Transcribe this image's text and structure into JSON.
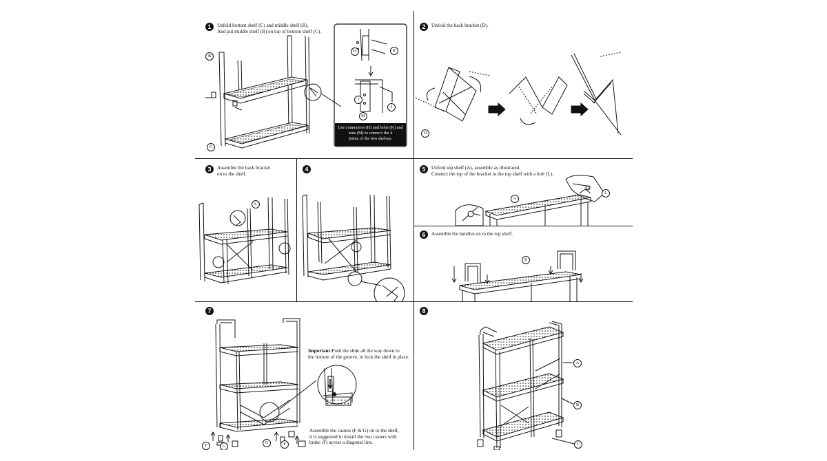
{
  "steps": [
    {
      "number": "1",
      "lines": [
        "Unfold bottom shelf (C) and middle shelf (B).",
        "And put middle shelf (B) on top of bottom shelf (C)."
      ],
      "inset_caption": [
        "Use connectors (H) and bolts (K) and",
        "nuts (M) to connect the 4",
        "joints of the two shelves."
      ],
      "callouts": [
        "B",
        "C",
        "H",
        "K",
        "J",
        "M",
        "J"
      ]
    },
    {
      "number": "2",
      "lines": [
        "Unfold the back bracket (D)."
      ],
      "callouts": [
        "D"
      ]
    },
    {
      "number": "3",
      "lines": [
        "Assemble the back bracket",
        "on to the shelf."
      ],
      "callouts": [
        "L"
      ]
    },
    {
      "number": "4",
      "lines": [],
      "callouts": []
    },
    {
      "number": "5",
      "lines": [
        "Unfold top shelf (A), assemble as illustrated.",
        "Connect the top of the bracket to the top shelf with a bolt (L)."
      ],
      "callouts": [
        "A",
        "L"
      ]
    },
    {
      "number": "6",
      "lines": [
        "Assemble the handles on to the top shelf."
      ],
      "callouts": [
        "E"
      ]
    },
    {
      "number": "7",
      "important_label": "Important:",
      "important_lines": [
        "Push the slide all the way down to",
        "the bottom of the groove, to lock the shelf in place."
      ],
      "lines": [
        "Assemble the casters (F & G)  on to the shelf,",
        "it is suggested to install the two casters with",
        "brake (F) across a diagonal line."
      ],
      "callouts": [
        "F",
        "G",
        "G",
        "F"
      ]
    },
    {
      "number": "8",
      "lines": [],
      "callouts": [
        "A",
        "B",
        "C"
      ]
    }
  ],
  "icons": [
    "step-number-badge",
    "arrow-right-icon",
    "rotate-arrow-icon",
    "down-arrow-icon"
  ],
  "colors": {
    "ink": "#111111",
    "paper": "#ffffff"
  }
}
